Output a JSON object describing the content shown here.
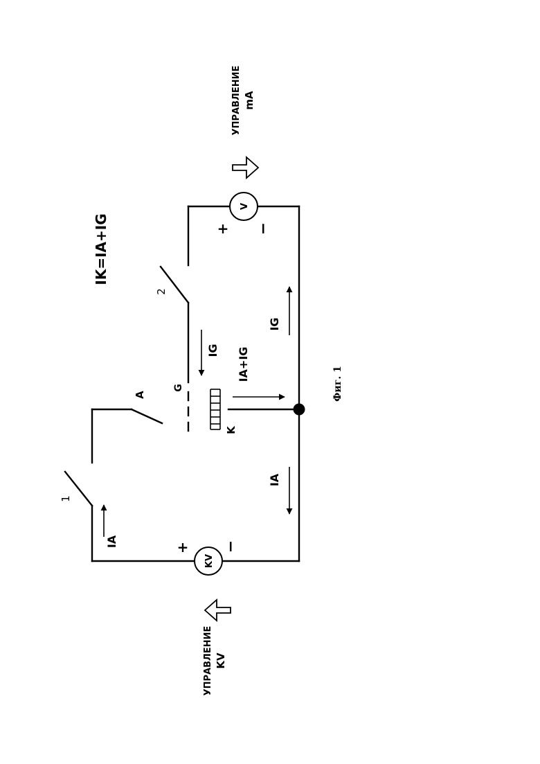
{
  "formula": "IK=IA+IG",
  "switch_1": "1",
  "switch_2": "2",
  "anode": "A",
  "grid": "G",
  "cathode": "K",
  "kv_source": "KV",
  "v_source": "V",
  "kv_plus": "+",
  "kv_minus": "−",
  "v_plus": "+",
  "v_minus": "−",
  "control_kv": {
    "line1": "УПРАВЛЕНИЕ",
    "line2": "KV"
  },
  "control_ma": {
    "line1": "УПРАВЛЕНИЕ",
    "line2": "mA"
  },
  "current_ia_left": "IA",
  "current_ia_bottom": "IA",
  "current_ig_tube": "IG",
  "current_ig_bottom": "IG",
  "current_cathode": "IA+IG",
  "caption": "Фиг. 1"
}
